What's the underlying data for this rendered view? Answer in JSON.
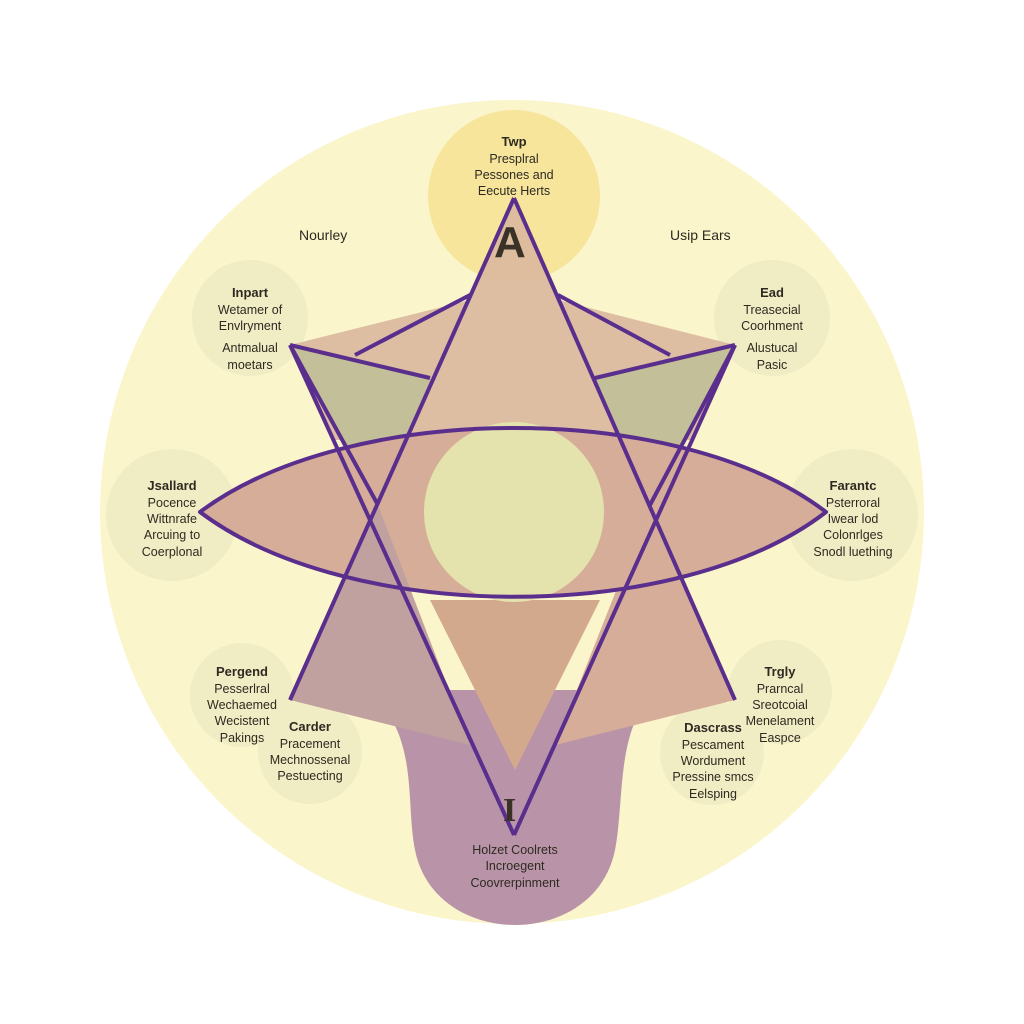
{
  "diagram": {
    "colors": {
      "background_circle": "#fbf5cb",
      "outline": "#5a2e8c",
      "top_glow": "#f7e59c",
      "center_circle": "#e4e3ad",
      "node_circle": "#f0ecc4",
      "tail": "#b994a8",
      "upper_triangle": "#d9b89e",
      "lower_triangle": "#c0a19f",
      "side_wings": "#c3bf98"
    },
    "top_node": {
      "title": "Twp",
      "lines": [
        "Presplral",
        "Pessones and",
        "Eecute Herts"
      ],
      "letter": "A"
    },
    "labels": {
      "top_left": "Nourley",
      "top_right": "Usip Ears"
    },
    "nodes": {
      "upper_left": {
        "title": "Inpart",
        "lines": [
          "Wetamer of",
          "Envlryment",
          "Antmalual",
          "moetars"
        ]
      },
      "upper_right": {
        "title": "Ead",
        "lines": [
          "Treasecial",
          "Coorhment",
          "Alustucal",
          "Pasic"
        ]
      },
      "left": {
        "title": "Jsallard",
        "lines": [
          "Pocence",
          "Wittnrafe",
          "Arcuing to",
          "Coerplonal"
        ]
      },
      "right": {
        "title": "Farantc",
        "lines": [
          "Psterroral",
          "Iwear lod",
          "Colonrlges",
          "Snodl luething"
        ]
      },
      "lower_left": {
        "title": "Pergend",
        "lines": [
          "Pesserlral",
          "Wechaemed",
          "Wecistent",
          "Pakings"
        ]
      },
      "lower_left_inner": {
        "title": "Carder",
        "lines": [
          "Pracement",
          "Mechnossenal",
          "Pestuecting"
        ]
      },
      "lower_right": {
        "title": "Trgly",
        "lines": [
          "Prarncal",
          "Sreotcoial",
          "Menelament",
          "Easpce"
        ]
      },
      "lower_right_inner": {
        "title": "Dascrass",
        "lines": [
          "Pescament",
          "Wordument",
          "Pressine smcs",
          "Eelsping"
        ]
      }
    },
    "bottom": {
      "letter": "I",
      "lines": [
        "Holzet Coolrets",
        "Incroegent",
        "Coovrerpinment"
      ]
    }
  }
}
